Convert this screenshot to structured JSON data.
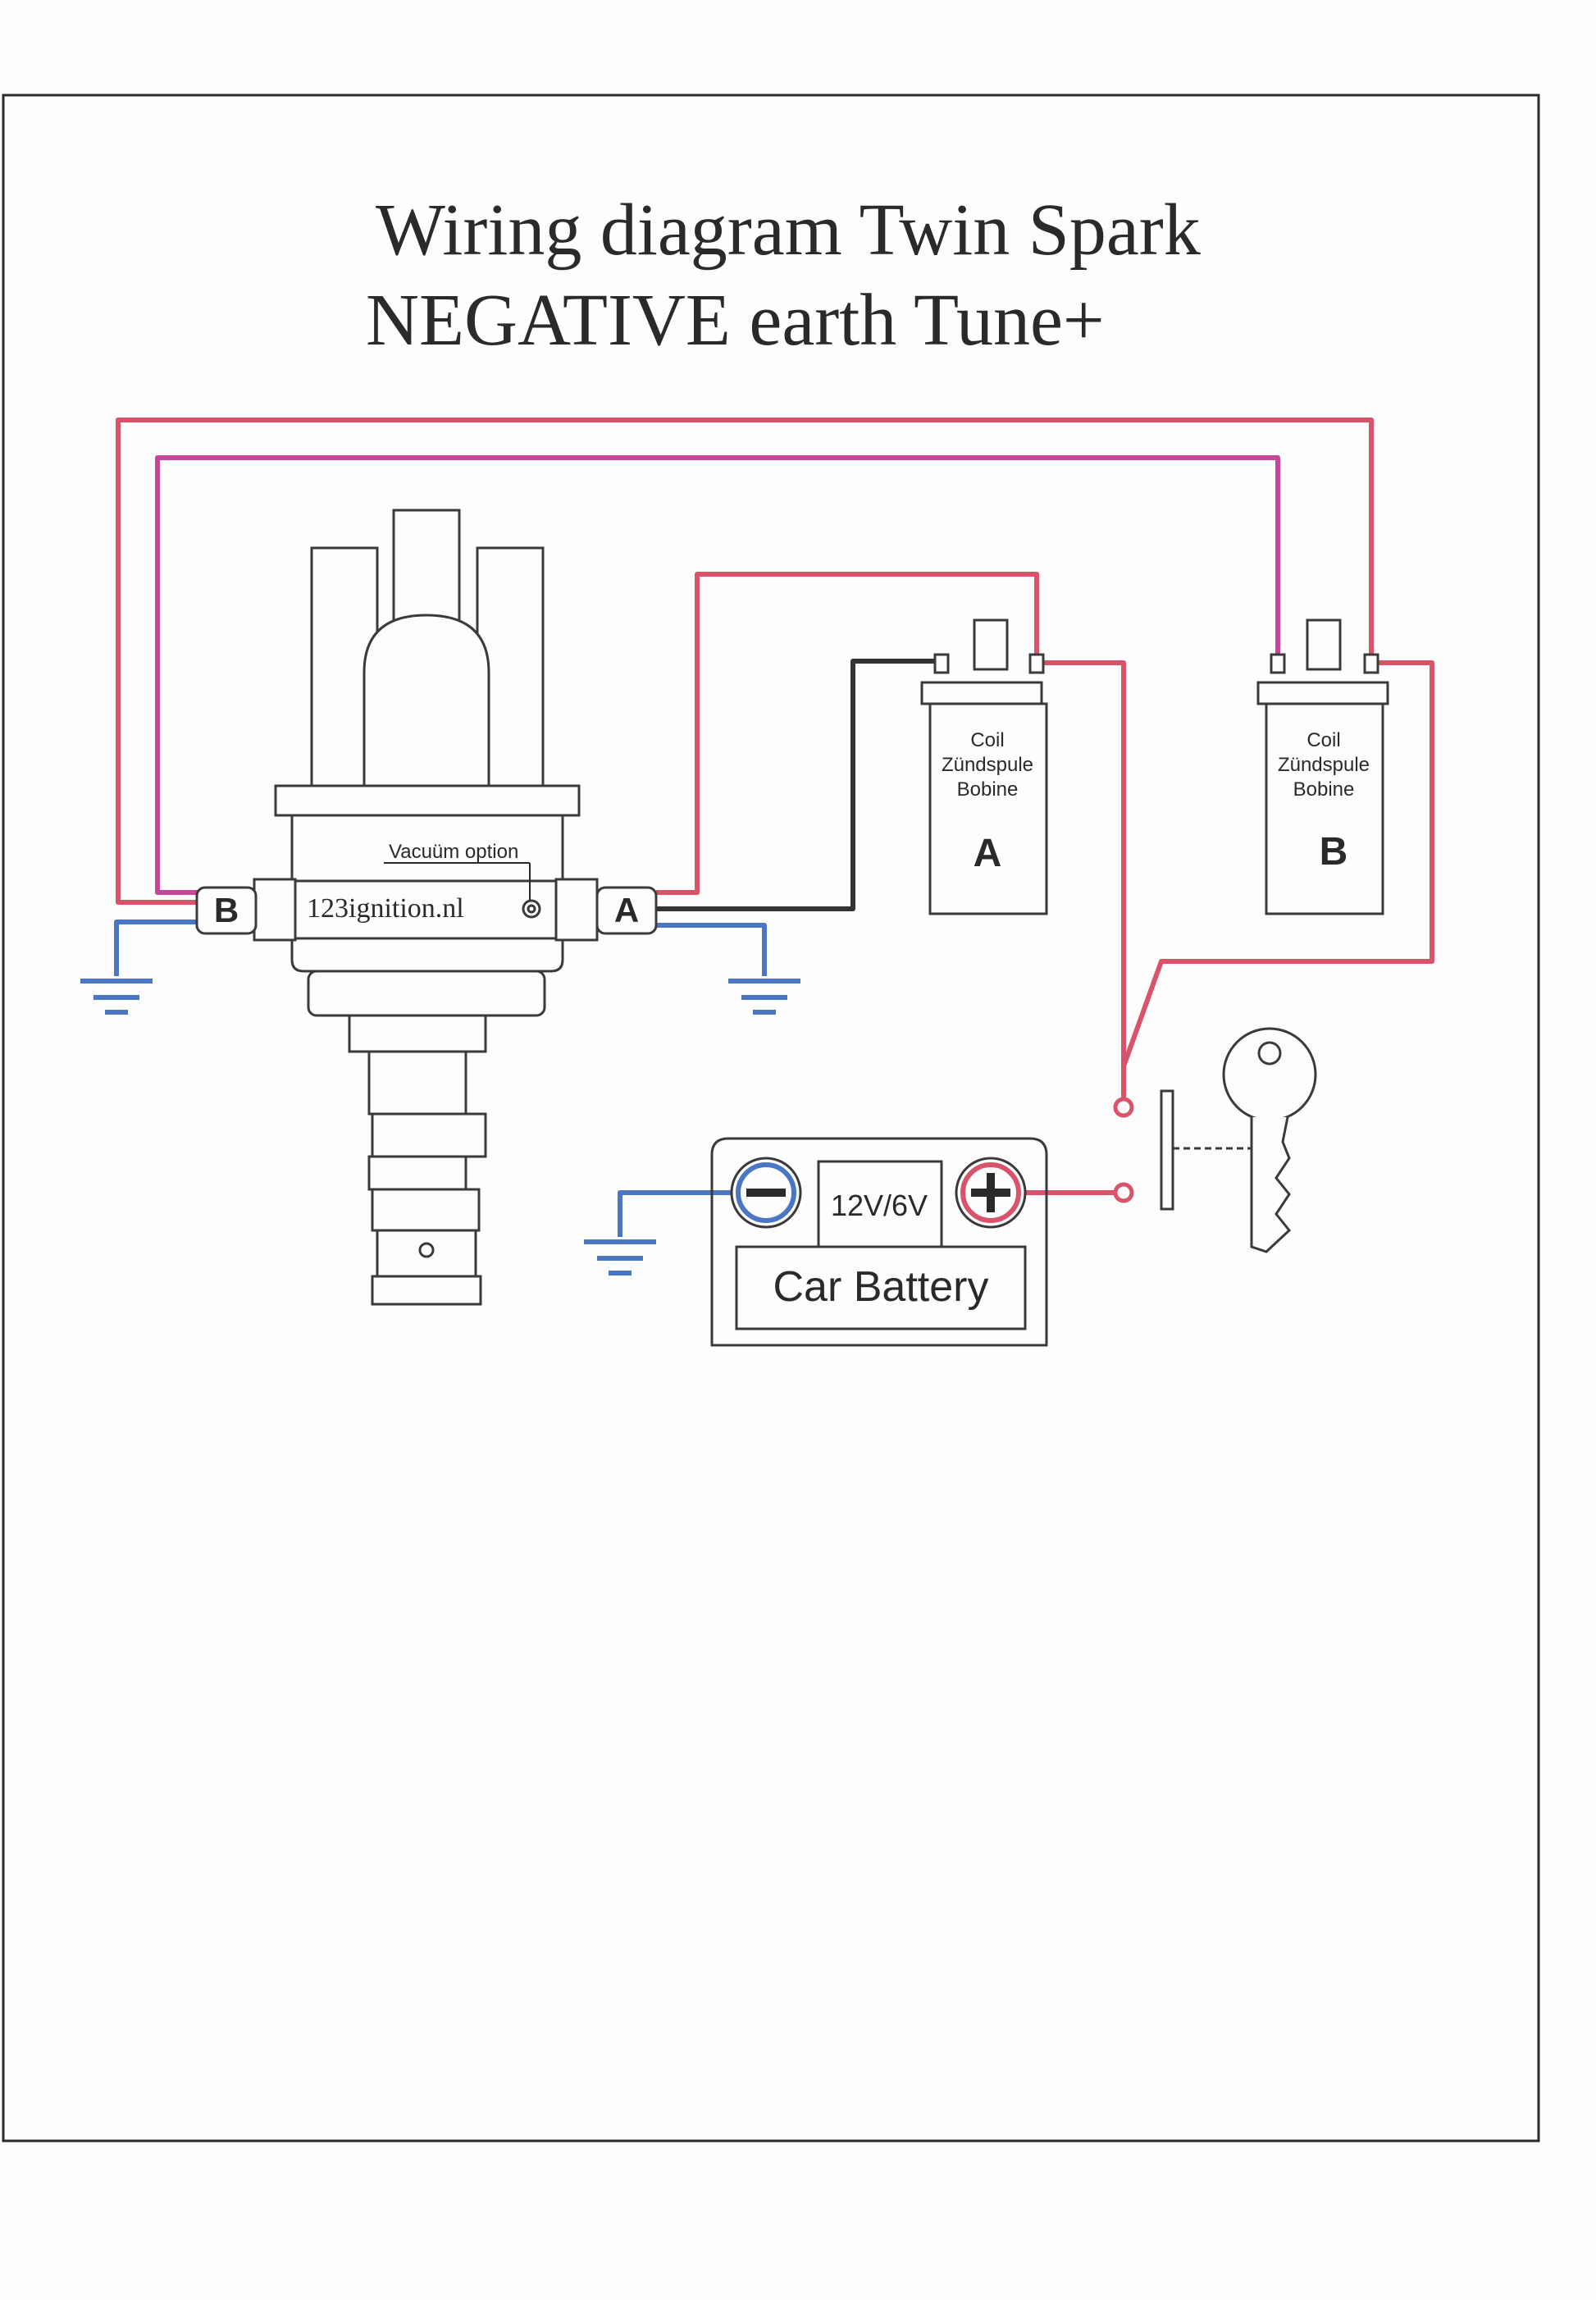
{
  "title": {
    "line1": "Wiring diagram Twin Spark",
    "line2": "NEGATIVE earth Tune+"
  },
  "distributor": {
    "brand": "123ignition.nl",
    "vacuum_label": "Vacuüm option",
    "terminal_a": "A",
    "terminal_b": "B"
  },
  "coils": [
    {
      "line1": "Coil",
      "line2": "Zündspule",
      "line3": "Bobine",
      "letter": "A"
    },
    {
      "line1": "Coil",
      "line2": "Zündspule",
      "line3": "Bobine",
      "letter": "B"
    }
  ],
  "battery": {
    "voltage": "12V/6V",
    "label": "Car Battery"
  },
  "colors": {
    "red_wire": "#d9536a",
    "pink_wire": "#c8469a",
    "black_wire": "#333333",
    "blue_wire": "#4a76c4",
    "outline": "#3a3a3a"
  },
  "icons": [
    "ground-icon",
    "key-icon",
    "ignition-switch-icon",
    "plus-icon",
    "minus-icon"
  ]
}
